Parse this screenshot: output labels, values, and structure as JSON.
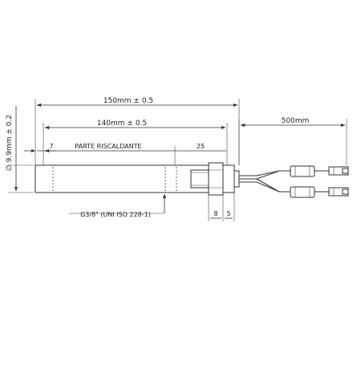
{
  "dimensions": {
    "total_length": "150mm ± 0.5",
    "heated_length": "140mm ± 0.5",
    "cable_length": "500mm",
    "diameter": "∅ 9.9mm ± 0.2",
    "offset_left": "7",
    "offset_right": "25",
    "heated_zone_label": "PARTE RISCALDANTE",
    "thread_spec": "G3/8\" (UNI ISO 228-1)",
    "hex_width": "8",
    "collar_width": "5"
  }
}
